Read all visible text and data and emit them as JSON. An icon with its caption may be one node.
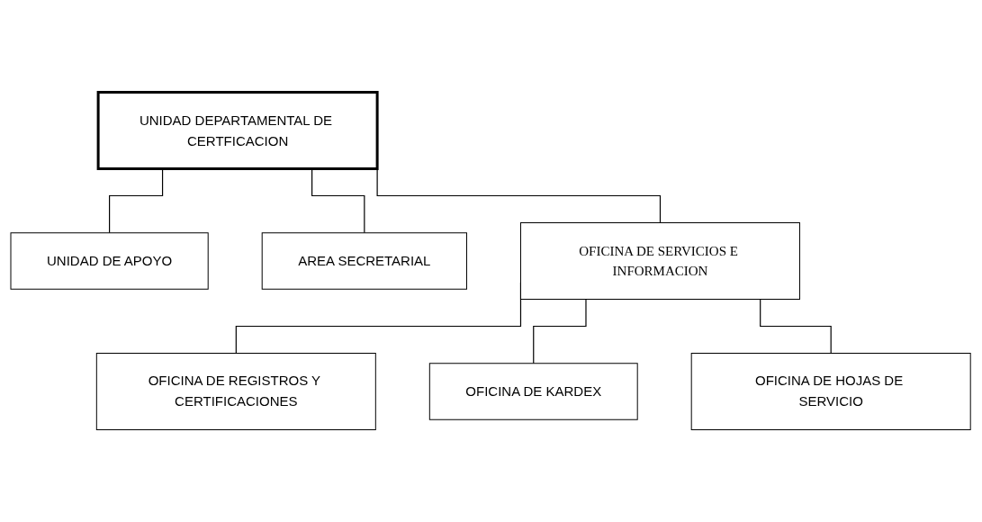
{
  "diagram": {
    "nodes": [
      {
        "text": [
          "UNIDAD DEPARTAMENTAL DE CERTFICACION"
        ]
      },
      {
        "text": [
          "UNIDAD DE APOYO"
        ]
      },
      {
        "text": [
          "AREA SECRETARIAL"
        ]
      },
      {
        "text": [
          "OFICINA DE SERVICIOS E INFORMACION"
        ]
      },
      {
        "text": [
          "OFICINA DE REGISTROS Y CERTIFICACIONES"
        ]
      },
      {
        "text": [
          "OFICINA DE KARDEX"
        ]
      },
      {
        "text": [
          "OFICINA DE HOJAS DE SERVICIO"
        ]
      }
    ],
    "edges": [
      {
        "from": 0,
        "to": 1,
        "arrow": "none"
      },
      {
        "from": 0,
        "to": 2,
        "arrow": "none"
      },
      {
        "from": 0,
        "to": 3,
        "arrow": "none"
      },
      {
        "from": 3,
        "to": 4,
        "arrow": "none"
      },
      {
        "from": 3,
        "to": 5,
        "arrow": "none"
      },
      {
        "from": 3,
        "to": 6,
        "arrow": "none"
      }
    ]
  }
}
